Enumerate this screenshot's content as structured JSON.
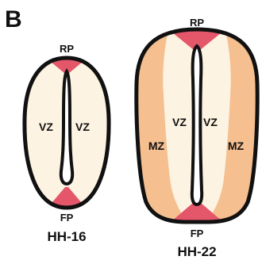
{
  "panel_letter": "B",
  "colors": {
    "outline": "#111111",
    "ventricular_zone": "#fdf3e2",
    "mantle_zone": "#f5bf8f",
    "plate": "#e4566a",
    "lumen": "#ffffff"
  },
  "left_tube": {
    "roof_plate": "RP",
    "floor_plate": "FP",
    "vz_left": "VZ",
    "vz_right": "VZ",
    "stage": "HH-16"
  },
  "right_tube": {
    "roof_plate": "RP",
    "floor_plate": "FP",
    "vz_left": "VZ",
    "vz_right": "VZ",
    "mz_left": "MZ",
    "mz_right": "MZ",
    "stage": "HH-22"
  }
}
